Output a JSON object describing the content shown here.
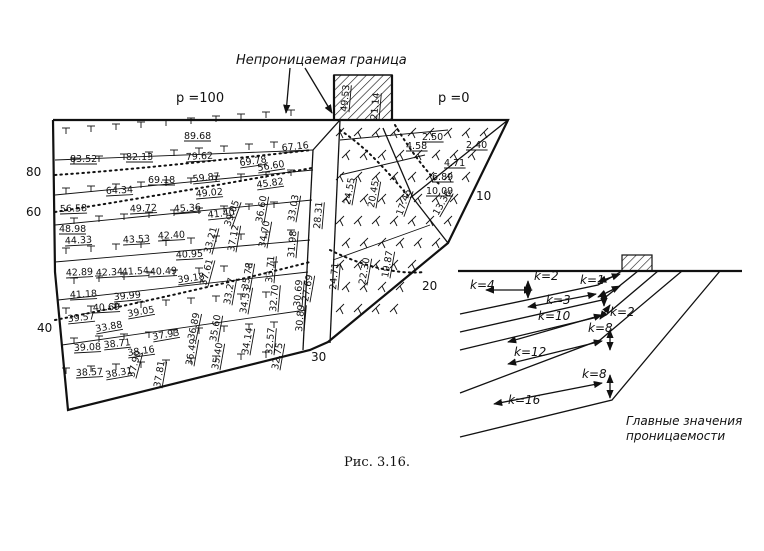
{
  "labels": {
    "boundary": "Непроницаемая граница",
    "p_high": "p =100",
    "p_low": "p =0",
    "caption": "Рис.  3.16.",
    "legend_line1": "Главные значения",
    "legend_line2": "проницаемости"
  },
  "contours": [
    "80",
    "60",
    "40",
    "10",
    "20",
    "30"
  ],
  "pressures": [
    "89.68",
    "83.52",
    "82.13",
    "79.62",
    "67.16",
    "69.78",
    "56.60",
    "59.87",
    "45.82",
    "69.18",
    "64.34",
    "56.58",
    "49.02",
    "49.72",
    "48.98",
    "45.36",
    "41.40",
    "44.33",
    "43.53",
    "42.40",
    "40.95",
    "39.05",
    "36.60",
    "33.03",
    "42.89",
    "42.34",
    "41.54",
    "40.49",
    "39.18",
    "33.21",
    "37.12",
    "34.70",
    "31.98",
    "41.18",
    "40.69",
    "39.57",
    "39.99",
    "39.05",
    "37.61",
    "33.27",
    "35.78",
    "33.71",
    "39.08",
    "38.71",
    "33.88",
    "38.16",
    "37.93",
    "36.89",
    "35.60",
    "34.53",
    "32.70",
    "30.69",
    "38.57",
    "38.31",
    "37.90",
    "37.81",
    "36.49",
    "35.40",
    "34.14",
    "32.57",
    "32.75",
    "30.89",
    "27.69",
    "28.31",
    "24.55",
    "20.45",
    "17.45",
    "13.36",
    "10.09",
    "6.89",
    "4.71",
    "2.40",
    "2.50",
    "4.58",
    "49.53",
    "21.14",
    "24.71",
    "22.30",
    "19.87"
  ],
  "permeability": [
    "k=4",
    "k=2",
    "k=1",
    "k=3",
    "k=10",
    "k=2",
    "k=8",
    "k=12",
    "k=8",
    "k=16"
  ]
}
